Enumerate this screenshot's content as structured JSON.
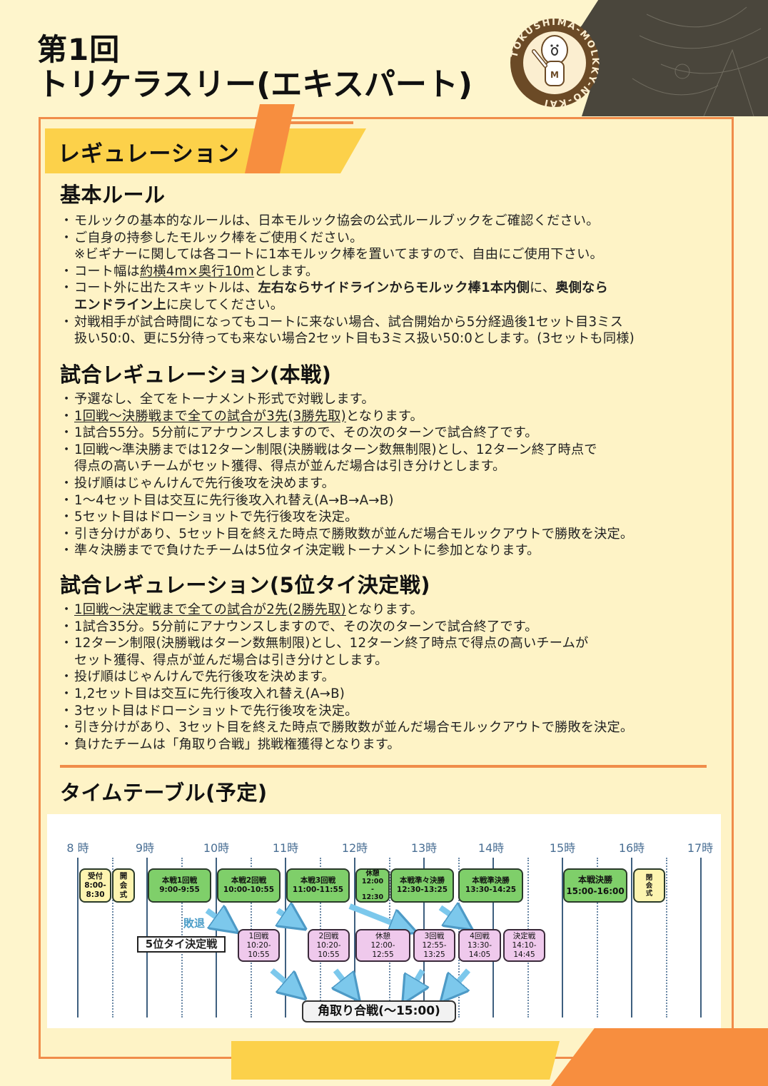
{
  "header": {
    "title_line1": "第1回",
    "title_line2": "トリケラスリー(エキスパート)",
    "logo_text": "TOKUSHIMA-MOLKKY-NO-KAI",
    "logo_letter": "M"
  },
  "banner": {
    "label": "レギュレーション"
  },
  "basic_rules": {
    "heading": "基本ルール",
    "items": [
      "モルックの基本的なルールは、日本モルック協会の公式ルールブックをご確認ください。",
      "ご自身の持参したモルック棒をご使用ください。",
      "※ビギナーに関しては各コートに1本モルック棒を置いてますので、自由にご使用下さい。",
      {
        "pre": "コート幅は",
        "u": "約横4m×奥行10m",
        "post": "とします。"
      },
      {
        "pre": "コート外に出たスキットルは、",
        "b1": "左右ならサイドラインからモルック棒1本内側",
        "mid": "に、",
        "b2": "奥側なら"
      },
      {
        "b": "エンドライン上",
        "post": "に戻してください。"
      },
      "対戦相手が試合時間になってもコートに来ない場合、試合開始から5分経過後1セット目3ミス",
      "扱い50:0、更に5分待っても来ない場合2セット目も3ミス扱い50:0とします。(3セットも同様)"
    ]
  },
  "match_main": {
    "heading": "試合レギュレーション(本戦)",
    "items": [
      "予選なし、全てをトーナメント形式で対戦します。",
      {
        "u": "1回戦～決勝戦まで全ての試合が3先(3勝先取)",
        "post": "となります。"
      },
      "1試合55分。5分前にアナウンスしますので、その次のターンで試合終了です。",
      "1回戦～準決勝までは12ターン制限(決勝戦はターン数無制限)とし、12ターン終了時点で",
      "得点の高いチームがセット獲得、得点が並んだ場合は引き分けとします。",
      "投げ順はじゃんけんで先行後攻を決めます。",
      "1～4セット目は交互に先行後攻入れ替え(A→B→A→B)",
      "5セット目はドローショットで先行後攻を決定。",
      "引き分けがあり、5セット目を終えた時点で勝敗数が並んだ場合モルックアウトで勝敗を決定。",
      "準々決勝までで負けたチームは5位タイ決定戦トーナメントに参加となります。"
    ]
  },
  "match_5th": {
    "heading": "試合レギュレーション(5位タイ決定戦)",
    "items": [
      {
        "u": "1回戦～決定戦まで全ての試合が2先(2勝先取)",
        "post": "となります。"
      },
      "1試合35分。5分前にアナウンスしますので、その次のターンで試合終了です。",
      "12ターン制限(決勝戦はターン数無制限)とし、12ターン終了時点で得点の高いチームが",
      "セット獲得、得点が並んだ場合は引き分けとします。",
      "投げ順はじゃんけんで先行後攻を決めます。",
      "1,2セット目は交互に先行後攻入れ替え(A→B)",
      "3セット目はドローショットで先行後攻を決定。",
      "引き分けがあり、3セット目を終えた時点で勝敗数が並んだ場合モルックアウトで勝敗を決定。",
      "負けたチームは「角取り合戦」挑戦権獲得となります。"
    ]
  },
  "timetable": {
    "heading": "タイムテーブル(予定)",
    "hours": [
      "8 時",
      "9時",
      "10時",
      "11時",
      "12時",
      "13時",
      "14時",
      "15時",
      "16時",
      "17時"
    ],
    "main_row": [
      {
        "id": "reception",
        "lines": [
          "受付",
          "8:00-",
          "8:30"
        ],
        "color": "yellow"
      },
      {
        "id": "opening",
        "lines": [
          "開",
          "会",
          "式"
        ],
        "color": "yellow"
      },
      {
        "id": "main-r1",
        "lines": [
          "本戦1回戦",
          "9:00-9:55"
        ],
        "color": "green"
      },
      {
        "id": "main-r2",
        "lines": [
          "本戦2回戦",
          "10:00-10:55"
        ],
        "color": "green"
      },
      {
        "id": "main-r3",
        "lines": [
          "本戦3回戦",
          "11:00-11:55"
        ],
        "color": "green"
      },
      {
        "id": "break",
        "lines": [
          "休憩",
          "12:00",
          "-",
          "12:30"
        ],
        "color": "green"
      },
      {
        "id": "main-qf",
        "lines": [
          "本戦準々決勝",
          "12:30-13:25"
        ],
        "color": "green"
      },
      {
        "id": "main-sf",
        "lines": [
          "本戦準決勝",
          "13:30-14:25"
        ],
        "color": "green"
      },
      {
        "id": "main-final",
        "lines": [
          "本戦決勝",
          "15:00-16:00"
        ],
        "color": "green"
      },
      {
        "id": "closing",
        "lines": [
          "閉",
          "会",
          "式"
        ],
        "color": "yellow"
      }
    ],
    "fifth_label": "5位タイ決定戦",
    "eliminated_label": "敗退",
    "fifth_row": [
      {
        "id": "fifth-r1",
        "lines": [
          "1回戦",
          "10:20-",
          "10:55"
        ]
      },
      {
        "id": "fifth-r2",
        "lines": [
          "2回戦",
          "10:20-",
          "10:55"
        ]
      },
      {
        "id": "fifth-break",
        "lines": [
          "休憩",
          "12:00-",
          "12:55"
        ]
      },
      {
        "id": "fifth-r3",
        "lines": [
          "3回戦",
          "12:55-",
          "13:25"
        ]
      },
      {
        "id": "fifth-r4",
        "lines": [
          "4回戦",
          "13:30-",
          "14:05"
        ]
      },
      {
        "id": "fifth-final",
        "lines": [
          "決定戦",
          "14:10-",
          "14:45"
        ]
      }
    ],
    "corner_battle": "角取り合戦(～15:00)"
  },
  "colors": {
    "background": "#fef5cc",
    "frame_orange": "#f08c4a",
    "banner_yellow": "#fcd14a",
    "accent_orange": "#f78e3f",
    "green_box": "#7fcf6a",
    "pink_box": "#efc9ec",
    "arrow_blue": "#7cc8ec",
    "hour_text": "#4a6f94"
  }
}
